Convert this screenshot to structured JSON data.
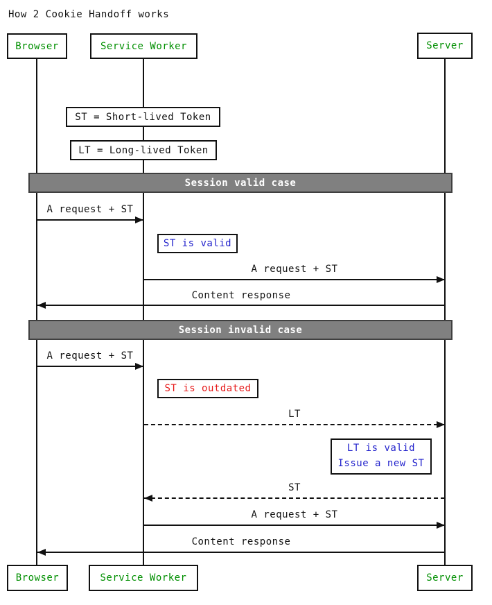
{
  "title": "How 2 Cookie Handoff works",
  "participants": {
    "browser": "Browser",
    "service_worker": "Service Worker",
    "server": "Server"
  },
  "legend_notes": {
    "st_definition": "ST = Short-lived Token",
    "lt_definition": "LT = Long-lived Token"
  },
  "sections": {
    "valid": "Session valid case",
    "invalid": "Session invalid case"
  },
  "messages": {
    "m1": "A request + ST",
    "m2": "A request + ST",
    "m3": "Content response",
    "m4": "A request + ST",
    "m5": "LT",
    "m6": "ST",
    "m7": "A request + ST",
    "m8": "Content response"
  },
  "status_notes": {
    "st_valid": "ST is valid",
    "st_outdated": "ST is outdated",
    "lt_valid_line1": "LT is valid",
    "lt_valid_line2": "Issue a new ST"
  },
  "colors": {
    "participant_text": "#008f00",
    "status_ok_text": "#2222cc",
    "status_error_text": "#e61919",
    "section_bg": "#808080",
    "section_border": "#3f3f3f",
    "section_text": "#ffffff",
    "line_color": "#111111"
  }
}
